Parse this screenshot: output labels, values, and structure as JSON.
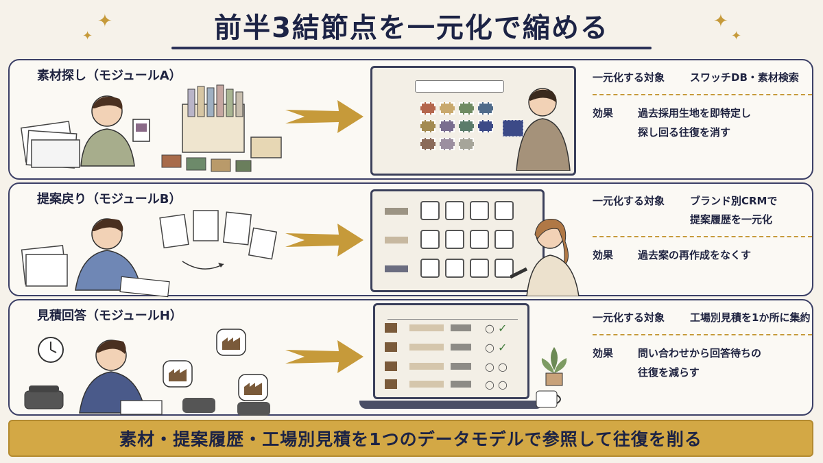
{
  "title": "前半3結節点を一元化で縮める",
  "modules": [
    {
      "title": "素材探し（モジュールA）",
      "target_label": "一元化する対象",
      "target_lines": [
        "スワッチDB・素材検索"
      ],
      "effect_label": "効果",
      "effect_lines": [
        "過去採用生地を即特定し",
        "探し回る往復を消す"
      ]
    },
    {
      "title": "提案戻り（モジュールB）",
      "target_label": "一元化する対象",
      "target_lines": [
        "ブランド別CRMで",
        "提案履歴を一元化"
      ],
      "effect_label": "効果",
      "effect_lines": [
        "過去案の再作成をなくす"
      ]
    },
    {
      "title": "見積回答（モジュールH）",
      "target_label": "一元化する対象",
      "target_lines": [
        "工場別見積を1か所に集約"
      ],
      "effect_label": "効果",
      "effect_lines": [
        "問い合わせから回答待ちの",
        "往復を減らす"
      ]
    }
  ],
  "bottom_banner": "素材・提案履歴・工場別見積を1つのデータモデルで参照して往復を削る",
  "colors": {
    "accent_gold": "#d3a845",
    "navy": "#1c2345",
    "panel_border": "#3b3f66"
  }
}
